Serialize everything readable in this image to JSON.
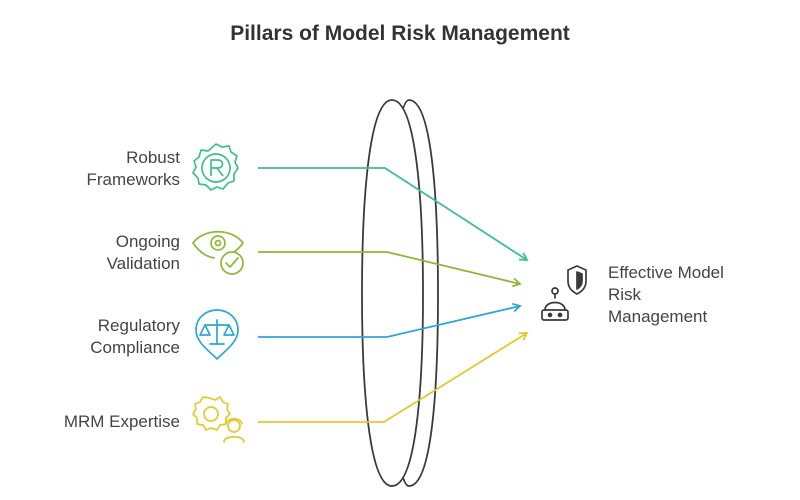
{
  "title": "Pillars of Model Risk Management",
  "inputs": [
    {
      "line1": "Robust",
      "line2": "Frameworks",
      "color": "#3cc08f",
      "icon": "gear-r-icon"
    },
    {
      "line1": "Ongoing",
      "line2": "Validation",
      "color": "#8db83a",
      "icon": "eye-check-icon"
    },
    {
      "line1": "Regulatory",
      "line2": "Compliance",
      "color": "#2ea6d6",
      "icon": "scale-pin-icon"
    },
    {
      "line1": "MRM Expertise",
      "line2": "",
      "color": "#e2c92b",
      "icon": "gears-person-icon"
    }
  ],
  "output": {
    "line1": "Effective Model",
    "line2": "Risk",
    "line3": "Management",
    "icon": "robot-shield-icon"
  },
  "lens_color": "#3a3a3a"
}
